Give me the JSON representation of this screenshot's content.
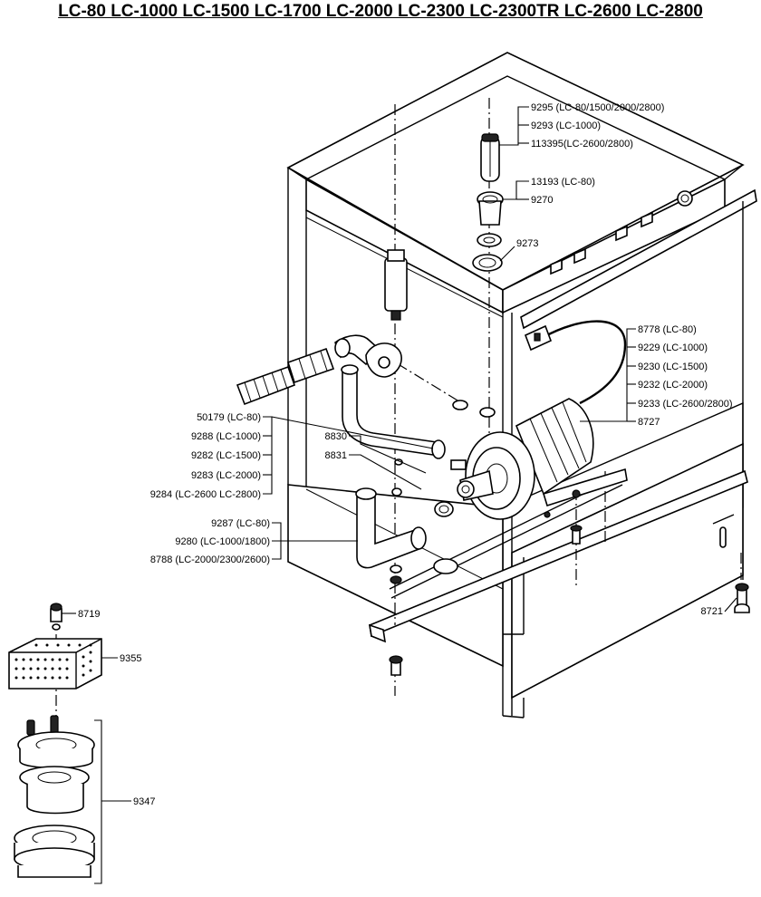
{
  "title": "LC-80 LC-1000 LC-1500 LC-1700 LC-2000 LC-2300 LC-2300TR LC-2600 LC-2800",
  "callouts": {
    "c9295": "9295 (LC-80/1500/2000/2800)",
    "c9293": "9293 (LC-1000)",
    "c113395": "113395(LC-2600/2800)",
    "c13193": "13193 (LC-80)",
    "c9270": "9270",
    "c9273": "9273",
    "c8778": "8778 (LC-80)",
    "c9229": "9229 (LC-1000)",
    "c9230": "9230 (LC-1500)",
    "c9232": "9232 (LC-2000)",
    "c9233": "9233 (LC-2600/2800)",
    "c8727": "8727",
    "c50179": "50179 (LC-80)",
    "c9288": "9288 (LC-1000)",
    "c9282": "9282 (LC-1500)",
    "c9283": "9283 (LC-2000)",
    "c9284": "9284 (LC-2600 LC-2800)",
    "c8830": "8830",
    "c8831": "8831",
    "c9287": "9287 (LC-80)",
    "c9280": "9280 (LC-1000/1800)",
    "c8788": "8788 (LC-2000/2300/2600)",
    "c8719": "8719",
    "c9355": "9355",
    "c9347": "9347",
    "c8721": "8721"
  },
  "icons": {
    "machine": "dishwasher-body-icon",
    "pump": "pump-motor-icon",
    "filter": "filter-block-icon",
    "strainer": "strainer-assembly-icon"
  }
}
